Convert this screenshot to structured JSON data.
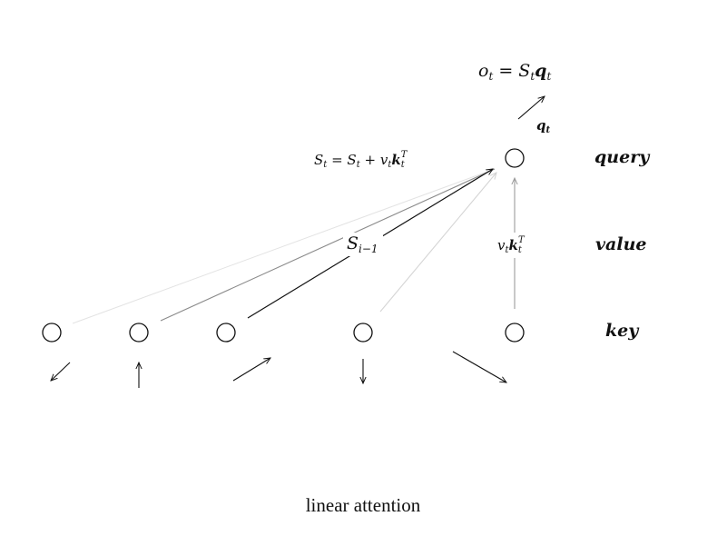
{
  "caption": "linear attention",
  "row_labels": {
    "query": "query",
    "value": "value",
    "key": "key"
  },
  "formulas": {
    "output": {
      "o": "o",
      "o_sub": "t",
      "eq": " = ",
      "S": "S",
      "S_sub": "t",
      "q": "q",
      "q_sub": "t"
    },
    "q_label": {
      "q": "q",
      "q_sub": "t"
    },
    "state_update": {
      "S1": "S",
      "S1_sub": "t",
      "eq": " = ",
      "S2": "S",
      "S2_sub": "t",
      "plus": " + ",
      "v": "v",
      "v_sub": "t",
      "k": "k",
      "k_sub": "t",
      "k_sup": "T"
    },
    "prev_state": {
      "S": "S",
      "S_sub": "i−1"
    },
    "vk": {
      "v": "v",
      "v_sub": "t",
      "k": "k",
      "k_sub": "t",
      "k_sup": "T"
    }
  },
  "colors": {
    "ink": "#111111",
    "faint_edge_1": "#e3e3e3",
    "faint_edge_2": "#8a8a8a",
    "faint_edge_3": "#d5d5d5",
    "value_edge": "#9a9a9a"
  }
}
